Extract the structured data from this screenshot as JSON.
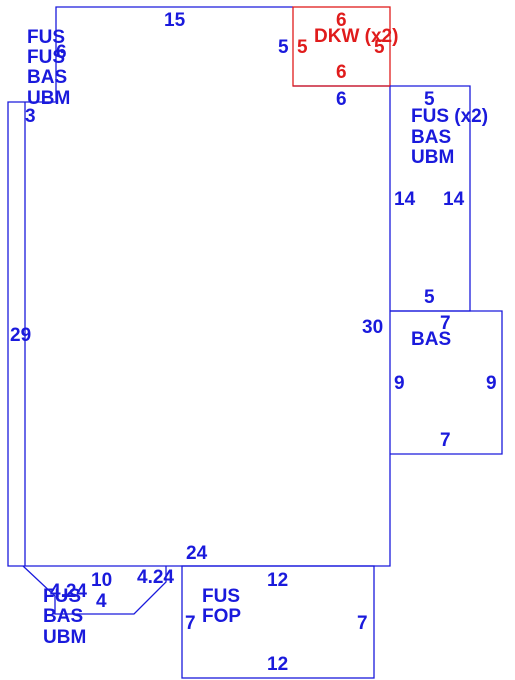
{
  "colors": {
    "primary": "#1a1adc",
    "highlight": "#e01c1c"
  },
  "areas": {
    "main": {
      "codes": [
        "FUS",
        "FUS",
        "BAS",
        "UBM"
      ]
    },
    "right_upper": {
      "codes": [
        "FUS (x2)",
        "BAS",
        "UBM"
      ]
    },
    "right_lower": {
      "codes": [
        "BAS"
      ]
    },
    "deck": {
      "codes": [
        "DKW (x2)"
      ]
    },
    "bottom_left": {
      "codes": [
        "FUS",
        "BAS",
        "UBM"
      ]
    },
    "porch": {
      "codes": [
        "FUS",
        "FOP"
      ]
    }
  },
  "dimensions": {
    "main_top": "15",
    "main_left": "29",
    "main_upper_left_step": "3",
    "main_overlap_label": "6",
    "main_right_upper": "5",
    "main_right": "30",
    "main_bottom": "24",
    "deck_top": "6",
    "deck_left": "5",
    "deck_right": "5",
    "deck_bottom": "6",
    "right_upper_top": "5",
    "right_upper_left": "14",
    "right_upper_right": "14",
    "right_upper_bottom": "5",
    "right_lower_top": "7",
    "right_lower_left": "9",
    "right_lower_right": "9",
    "right_lower_bottom": "7",
    "bottom_left_a": "4.24",
    "bottom_left_b": "10",
    "bottom_left_c": "4",
    "bottom_left_d": "4.24",
    "porch_top": "12",
    "porch_left": "7",
    "porch_right": "7",
    "porch_bottom": "12"
  }
}
